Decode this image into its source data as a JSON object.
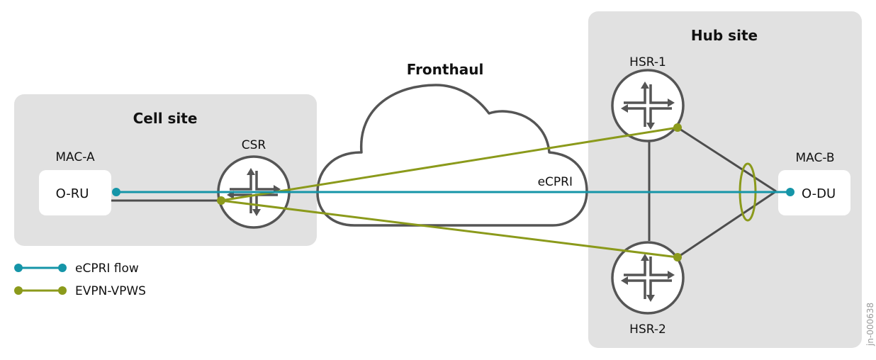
{
  "diagram": {
    "colors": {
      "site_bg": "#e1e1e1",
      "line_gray": "#4d4d4d",
      "ecpri": "#1595a8",
      "evpn": "#8b9a1b",
      "box_bg": "#ffffff"
    },
    "cell_site": {
      "title": "Cell site",
      "mac_label": "MAC-A",
      "device_label": "O-RU",
      "router_label": "CSR"
    },
    "fronthaul": {
      "title": "Fronthaul",
      "flow_label": "eCPRI"
    },
    "hub_site": {
      "title": "Hub site",
      "router1_label": "HSR-1",
      "router2_label": "HSR-2",
      "mac_label": "MAC-B",
      "device_label": "O-DU"
    },
    "legend": [
      {
        "label": "eCPRI flow",
        "color_key": "ecpri"
      },
      {
        "label": "EVPN-VPWS",
        "color_key": "evpn"
      }
    ],
    "watermark": "jn-000638"
  }
}
